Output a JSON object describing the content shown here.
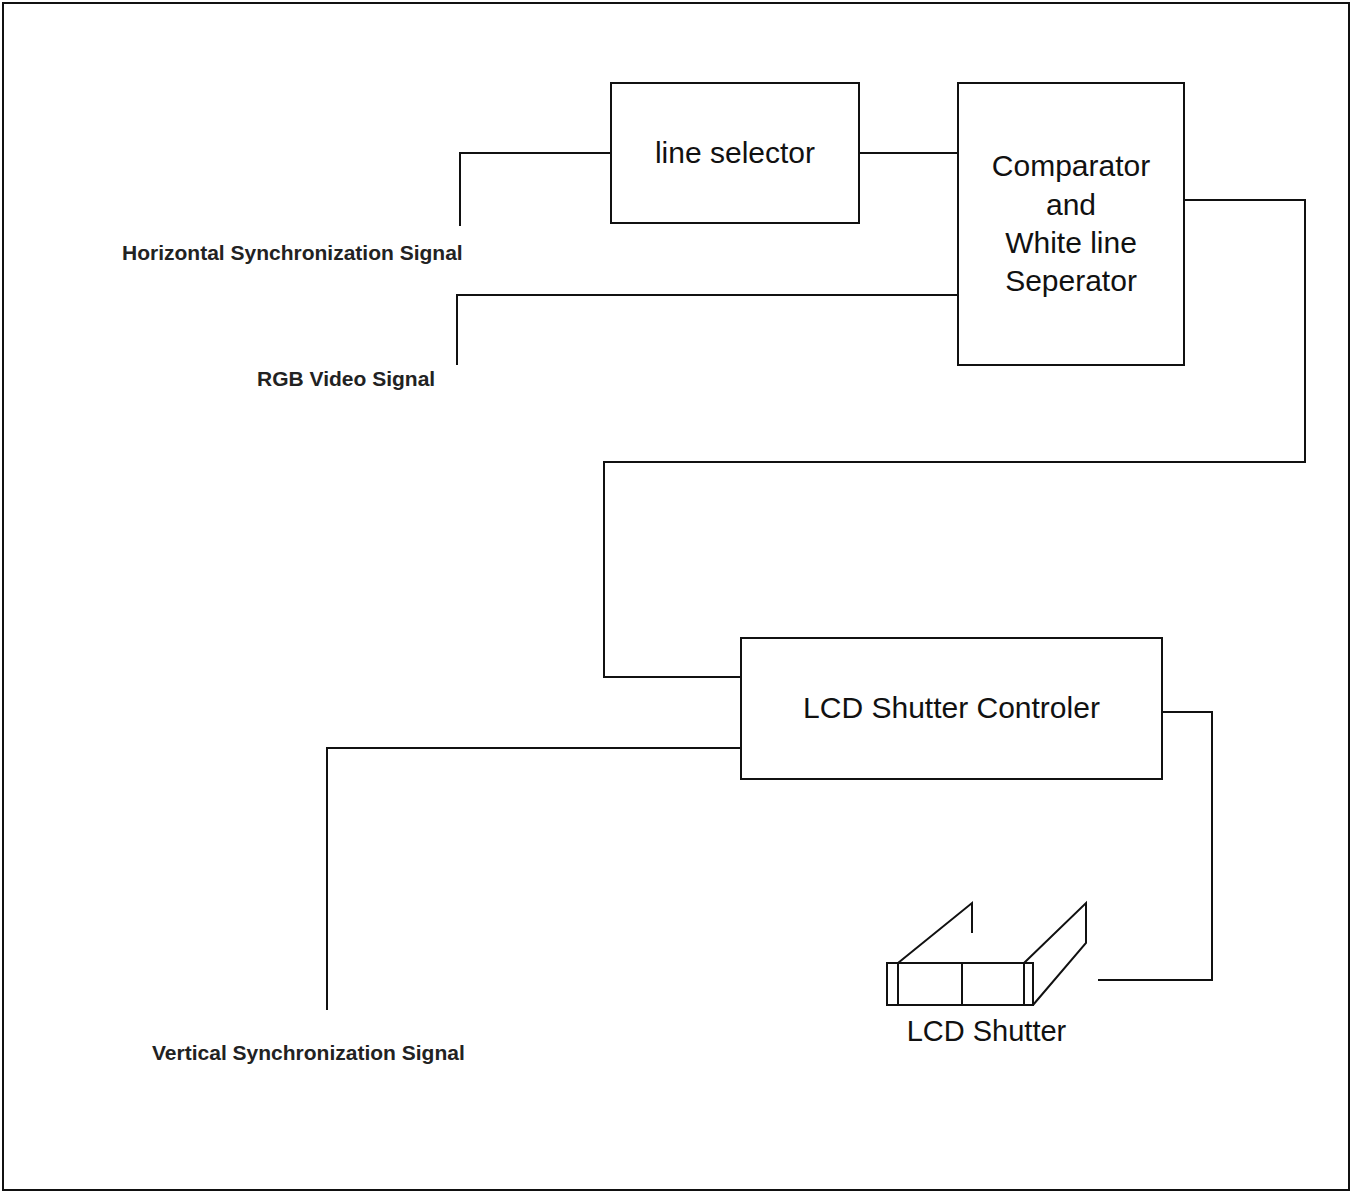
{
  "diagram": {
    "nodes": [
      {
        "text": [
          "line selector"
        ]
      },
      {
        "text": [
          "Comparator and White line Seperator"
        ]
      },
      {
        "text": [
          "LCD Shutter Controler"
        ]
      },
      {
        "text": [
          "LCD Shutter"
        ]
      }
    ],
    "edges": [
      {
        "from": 0,
        "to": 1,
        "arrow": "none"
      },
      {
        "from": 1,
        "to": 2,
        "arrow": "none"
      },
      {
        "from": 2,
        "to": 3,
        "arrow": "none"
      }
    ],
    "labels": [
      "Horizontal Synchronization Signal",
      "RGB Video Signal",
      "Vertical Synchronization Signal"
    ]
  }
}
